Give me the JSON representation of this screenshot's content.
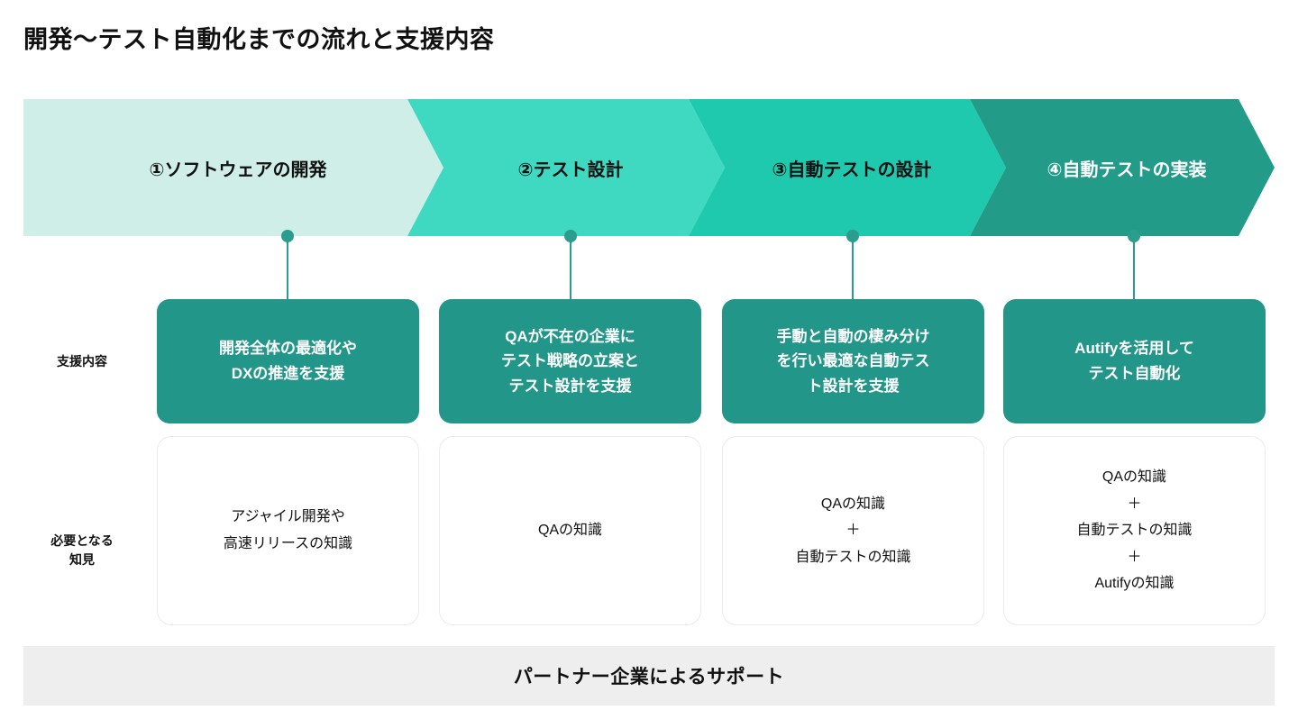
{
  "page": {
    "title": "開発〜テスト自動化までの流れと支援内容",
    "background": "#ffffff"
  },
  "flow": {
    "steps": [
      {
        "label": "①ソフトウェアの開発",
        "color": "#cfeee8",
        "text_color": "#111111"
      },
      {
        "label": "②テスト設計",
        "color": "#3ed9c0",
        "text_color": "#111111"
      },
      {
        "label": "③自動テストの設計",
        "color": "#1fc9ae",
        "text_color": "#111111"
      },
      {
        "label": "④自動テストの実装",
        "color": "#229b88",
        "text_color": "#ffffff"
      }
    ],
    "connector_color": "#2a9d8f"
  },
  "rows": [
    {
      "label_line1": "支援内容",
      "label_line2": ""
    },
    {
      "label_line1": "必要となる",
      "label_line2": "知見"
    }
  ],
  "row_labels": {
    "support": "支援内容",
    "knowledge": "必要となる\n知見"
  },
  "support_cards": [
    {
      "text": "開発全体の最適化や\nDXの推進を支援",
      "color": "#229688"
    },
    {
      "text": "QAが不在の企業に\nテスト戦略の立案と\nテスト設計を支援",
      "color": "#229688"
    },
    {
      "text": "手動と自動の棲み分け\nを行い最適な自動テス\nト設計を支援",
      "color": "#229688"
    },
    {
      "text": "Autifyを活用して\nテスト自動化",
      "color": "#229688"
    }
  ],
  "knowledge_cards": [
    {
      "text": "アジャイル開発や\n高速リリースの知識"
    },
    {
      "text": "QAの知識"
    },
    {
      "text": "QAの知識\n＋\n自動テストの知識"
    },
    {
      "text": "QAの知識\n＋\n自動テストの知識\n＋\nAutifyの知識"
    }
  ],
  "footer": {
    "label": "パートナー企業によるサポート",
    "background": "#eeeeee"
  },
  "chart_data": {
    "type": "diagram",
    "title": "開発〜テスト自動化までの流れと支援内容",
    "columns": [
      "①ソフトウェアの開発",
      "②テスト設計",
      "③自動テストの設計",
      "④自動テストの実装"
    ],
    "rows": [
      {
        "name": "支援内容",
        "values": [
          "開発全体の最適化やDXの推進を支援",
          "QAが不在の企業にテスト戦略の立案とテスト設計を支援",
          "手動と自動の棲み分けを行い最適な自動テスト設計を支援",
          "Autifyを活用してテスト自動化"
        ]
      },
      {
        "name": "必要となる知見",
        "values": [
          "アジャイル開発や高速リリースの知識",
          "QAの知識",
          "QAの知識＋自動テストの知識",
          "QAの知識＋自動テストの知識＋Autifyの知識"
        ]
      }
    ],
    "footer": "パートナー企業によるサポート"
  }
}
